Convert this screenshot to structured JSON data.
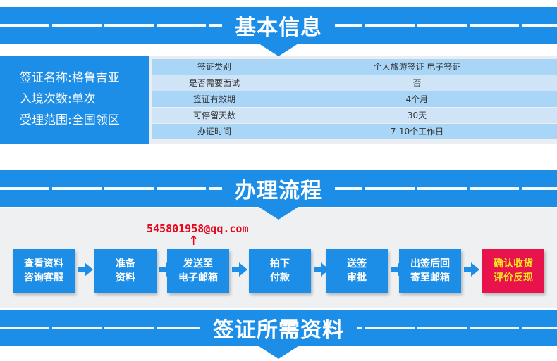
{
  "sections": {
    "basic_info": {
      "title": "基本信息"
    },
    "process": {
      "title": "办理流程"
    },
    "materials": {
      "title": "签证所需资料"
    }
  },
  "summary": {
    "name": "签证名称:格鲁吉亚",
    "entries": "入境次数:单次",
    "scope": "受理范围:全国领区"
  },
  "details": [
    {
      "label": "签证类别",
      "value": "个人旅游签证  电子签证"
    },
    {
      "label": "是否需要面试",
      "value": "否"
    },
    {
      "label": "签证有效期",
      "value": "4个月"
    },
    {
      "label": "可停留天数",
      "value": "30天"
    },
    {
      "label": "办证时间",
      "value": "7-10个工作日"
    }
  ],
  "email_note": "545801958@qq.com",
  "arrow_up": "↑",
  "steps": [
    {
      "line1": "查看资料",
      "line2": "咨询客服"
    },
    {
      "line1": "准备",
      "line2": "资料"
    },
    {
      "line1": "发送至",
      "line2": "电子邮箱"
    },
    {
      "line1": "拍下",
      "line2": "付款"
    },
    {
      "line1": "送签",
      "line2": "审批"
    },
    {
      "line1": "出签后回",
      "line2": "寄至邮箱"
    },
    {
      "line1": "确认收货",
      "line2": "评价反现"
    }
  ],
  "colors": {
    "primary": "#1c8ee8",
    "final_step_bg": "#e8134d",
    "final_step_text": "#ffe61c",
    "email_note": "#e8081e"
  }
}
